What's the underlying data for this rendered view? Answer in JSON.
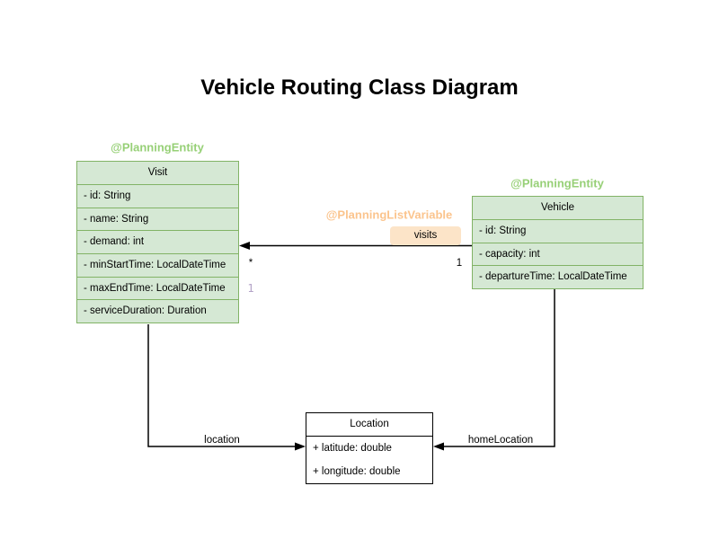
{
  "diagram_title": "Vehicle Routing Class Diagram",
  "classes": {
    "visit": {
      "annotation": "@PlanningEntity",
      "name": "Visit",
      "attributes": [
        "- id: String",
        "- name: String",
        "- demand: int",
        "- minStartTime: LocalDateTime",
        "- maxEndTime: LocalDateTime",
        "- serviceDuration: Duration"
      ]
    },
    "vehicle": {
      "annotation": "@PlanningEntity",
      "name": "Vehicle",
      "attributes": [
        "- id: String",
        "- capacity: int",
        "- departureTime: LocalDateTime"
      ]
    },
    "location": {
      "name": "Location",
      "attributes": [
        "+ latitude: double",
        "+ longitude: double"
      ]
    }
  },
  "relations": {
    "visits": {
      "annotation": "@PlanningListVariable",
      "label": "visits",
      "source_class": "Vehicle",
      "target_class": "Visit",
      "source_multiplicity": "1",
      "target_multiplicity": "*",
      "secondary_multiplicity": "1"
    },
    "location": {
      "label": "location",
      "source_class": "Visit",
      "target_class": "Location"
    },
    "homeLocation": {
      "label": "homeLocation",
      "source_class": "Vehicle",
      "target_class": "Location"
    }
  },
  "colors": {
    "entity_fill": "#d5e8d4",
    "entity_stroke": "#82b366",
    "entity_annotation_text": "#97d077",
    "list_variable_annotation_text": "#fbc48d",
    "visits_badge_background": "#fce4c8",
    "plain_class_fill": "#ffffff",
    "plain_class_stroke": "#000000",
    "edge_color": "#000000",
    "secondary_multiplicity_text": "#b3a2c7",
    "title_text": "#000000"
  }
}
